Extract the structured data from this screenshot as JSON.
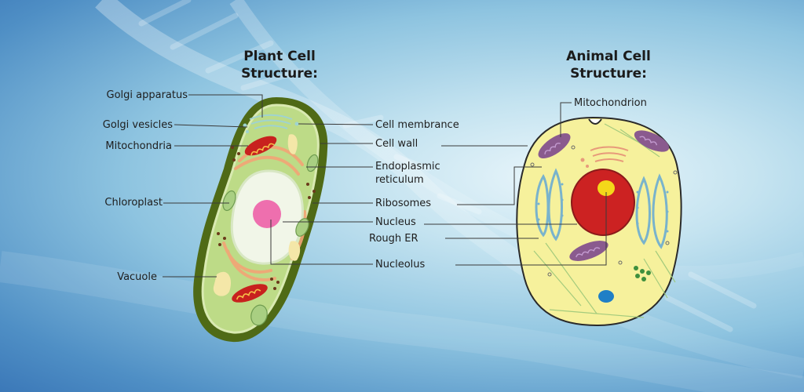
{
  "plant": {
    "title_line1": "Plant Cell",
    "title_line2": "Structure:",
    "labels": {
      "golgi_apparatus": "Golgi apparatus",
      "golgi_vesicles": "Golgi vesicles",
      "mitochondria": "Mitochondria",
      "chloroplast": "Chloroplast",
      "vacuole": "Vacuole"
    }
  },
  "shared": {
    "labels": {
      "cell_membrance": "Cell membrance",
      "cell_wall": "Cell wall",
      "er_line1": "Endoplasmic",
      "er_line2": "reticulum",
      "ribosomes": "Ribosomes",
      "nucleus": "Nucleus",
      "rough_er": "Rough ER",
      "nucleolus": "Nucleolus"
    }
  },
  "animal": {
    "title_line1": "Animal Cell",
    "title_line2": "Structure:",
    "labels": {
      "mitochondrion": "Mitochondrion"
    }
  },
  "colors": {
    "plant_wall": "#4f6a16",
    "plant_cytoplasm": "#bddb87",
    "plant_nucleus": "#f1f6e8",
    "nucleolus_pink": "#ee6fae",
    "mitochondria_red": "#c8211e",
    "animal_cytoplasm": "#f6f19c",
    "animal_nucleus": "#cc2222",
    "animal_nucleolus": "#f4d81a",
    "animal_mito": "#8a5a8e",
    "er_blue": "#79b3cc",
    "leader_line": "#3a3a3a"
  }
}
